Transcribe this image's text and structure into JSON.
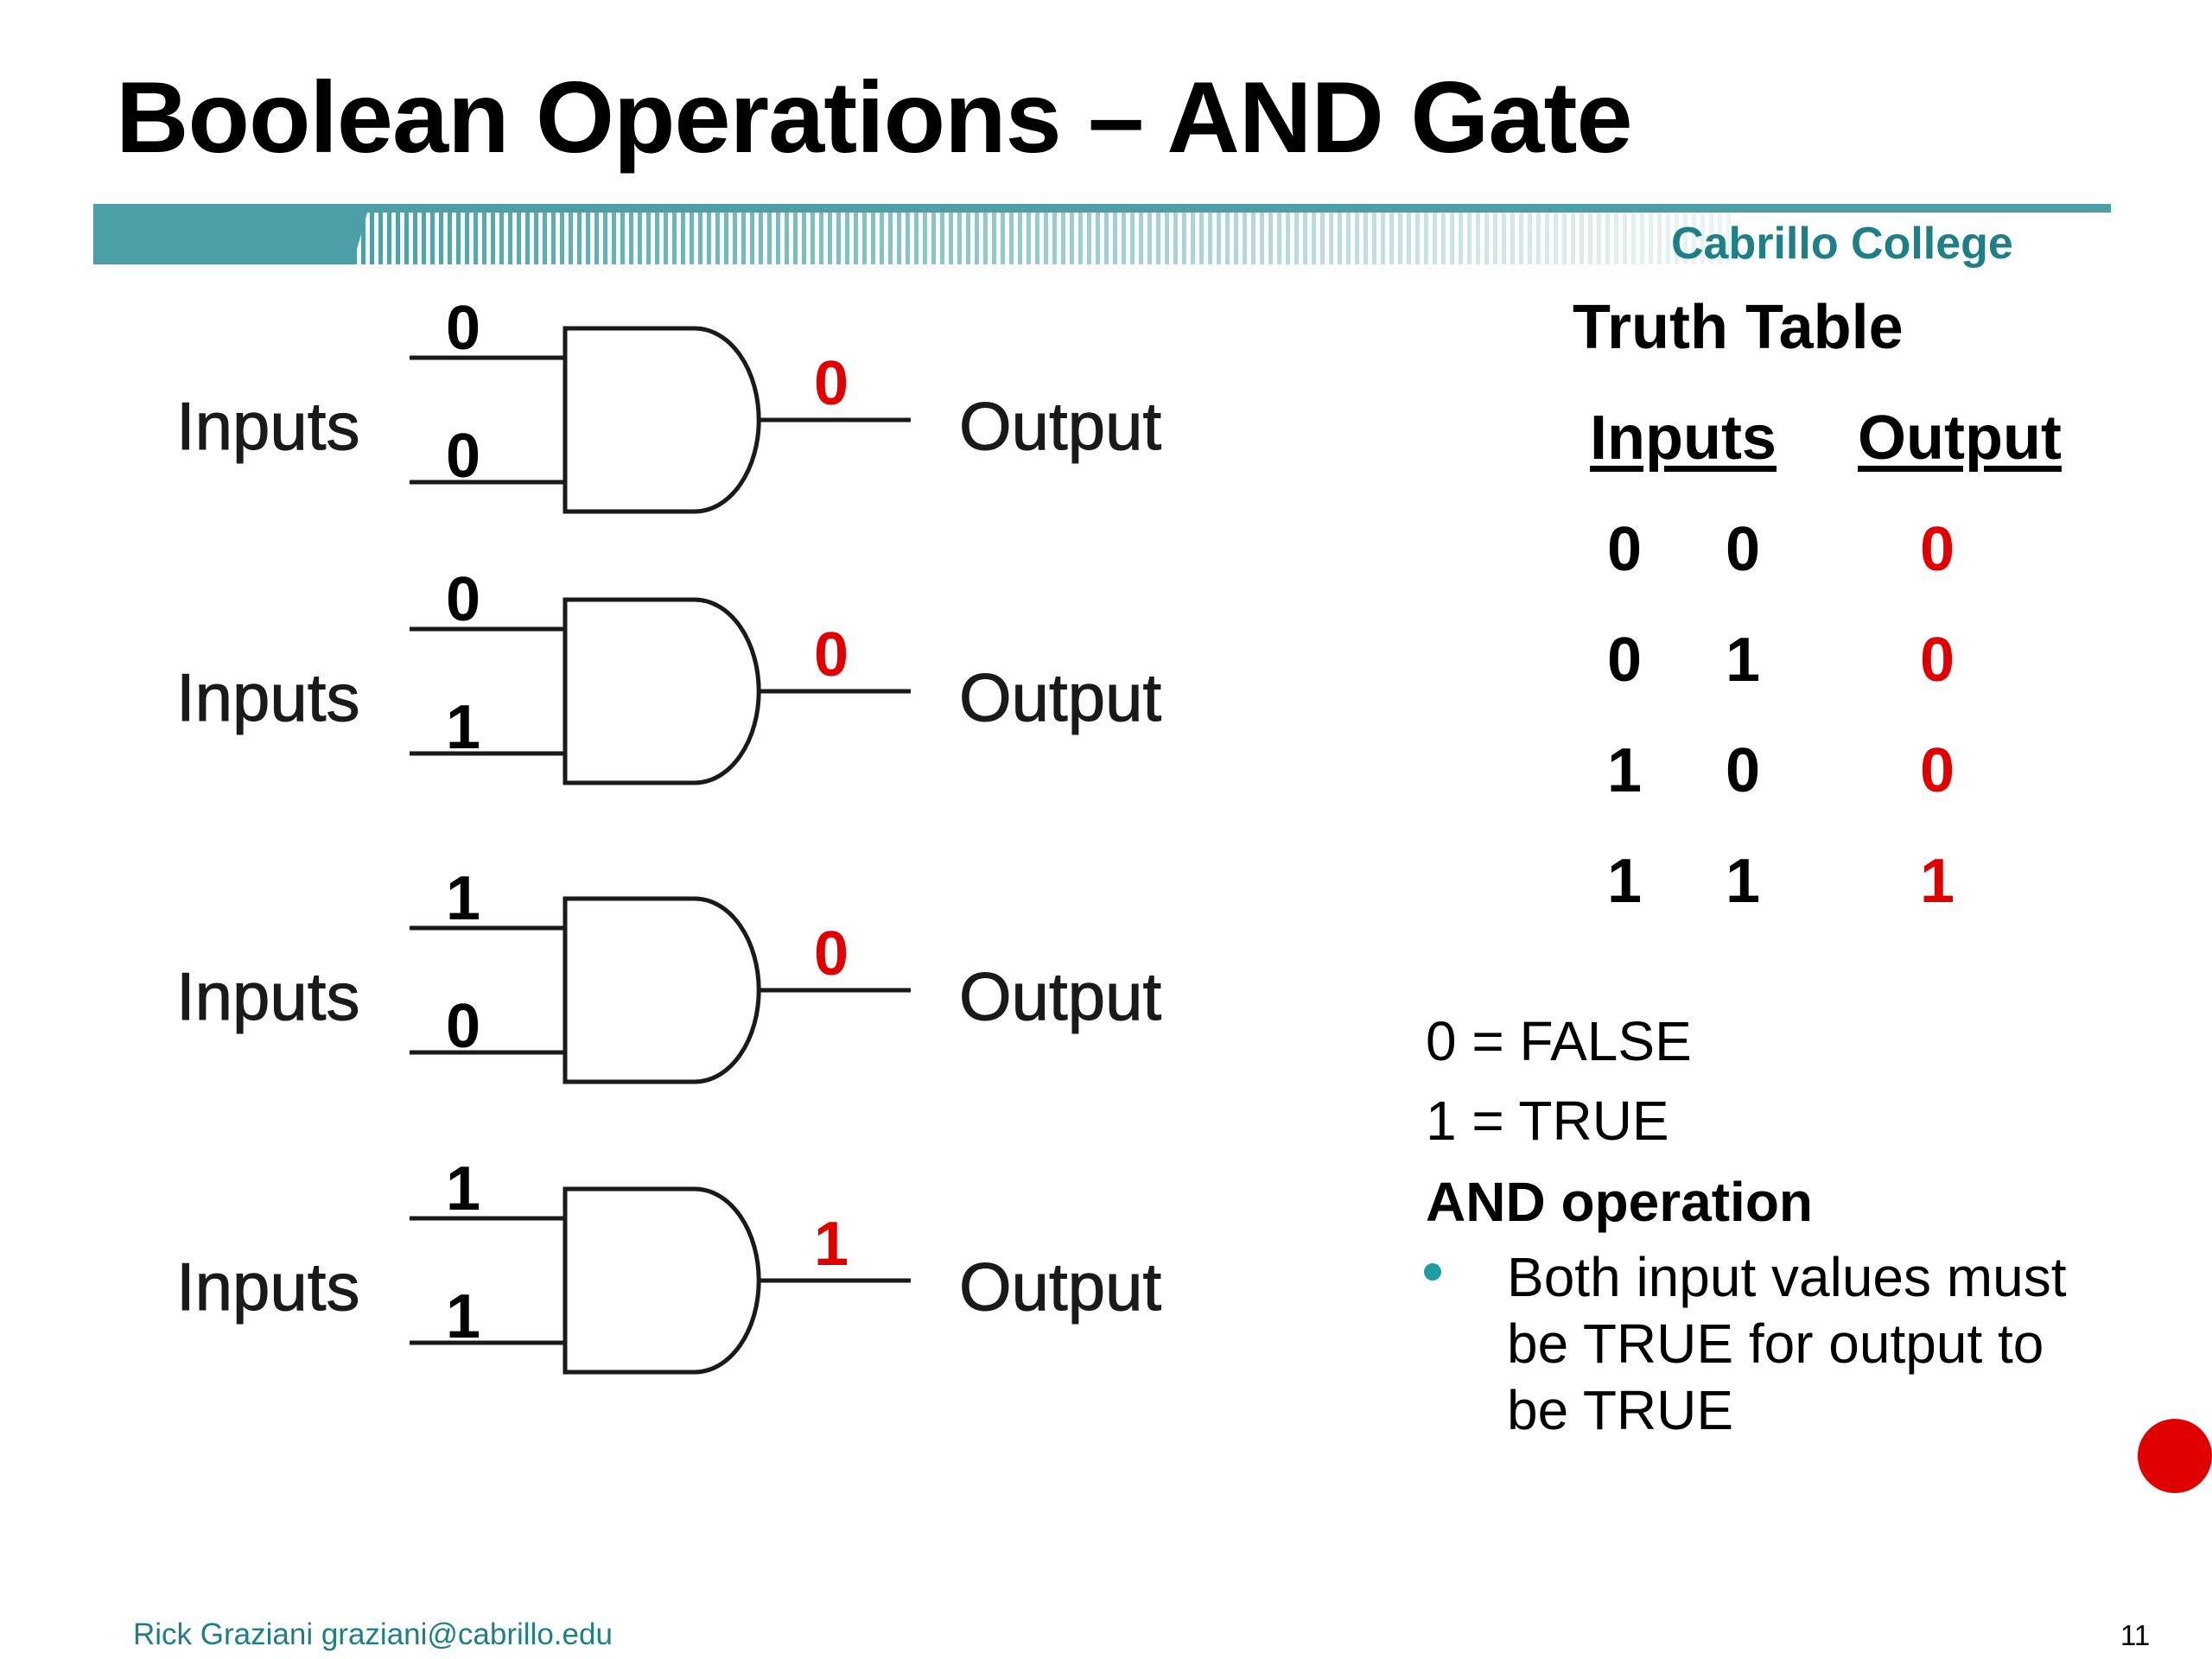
{
  "title": "Boolean Operations – AND Gate",
  "header": {
    "college": "Cabrillo College",
    "brand_color": "#1f7f86"
  },
  "gates": [
    {
      "inputs_label": "Inputs",
      "output_label": "Output",
      "in_a": "0",
      "in_b": "0",
      "out": "0"
    },
    {
      "inputs_label": "Inputs",
      "output_label": "Output",
      "in_a": "0",
      "in_b": "1",
      "out": "0"
    },
    {
      "inputs_label": "Inputs",
      "output_label": "Output",
      "in_a": "1",
      "in_b": "0",
      "out": "0"
    },
    {
      "inputs_label": "Inputs",
      "output_label": "Output",
      "in_a": "1",
      "in_b": "1",
      "out": "1"
    }
  ],
  "truth_table": {
    "title": "Truth Table",
    "headers": {
      "inputs": "Inputs",
      "output": "Output"
    },
    "rows": [
      {
        "a": "0",
        "b": "0",
        "out": "0"
      },
      {
        "a": "0",
        "b": "1",
        "out": "0"
      },
      {
        "a": "1",
        "b": "0",
        "out": "0"
      },
      {
        "a": "1",
        "b": "1",
        "out": "1"
      }
    ]
  },
  "legend": {
    "false_def": "0 = FALSE",
    "true_def": "1 = TRUE",
    "heading": "AND operation",
    "bullet": "Both input values must be TRUE for output to be TRUE"
  },
  "footer": {
    "author": "Rick Graziani  graziani@cabrillo.edu",
    "page": "11"
  },
  "colors": {
    "output_red": "#e00000",
    "accent_teal": "#1f9da3"
  }
}
